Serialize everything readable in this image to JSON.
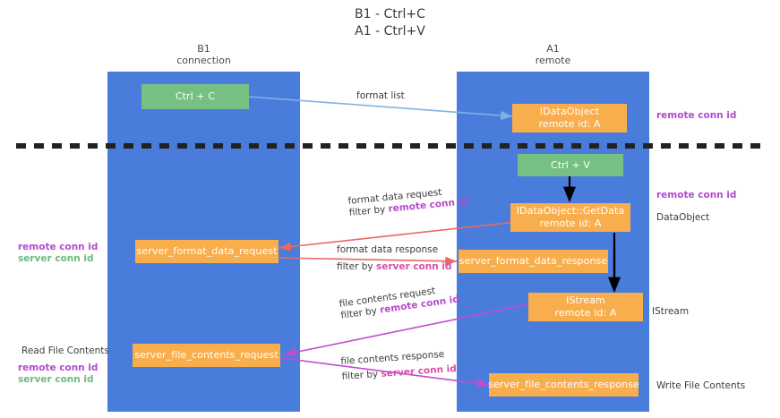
{
  "title": {
    "line1": "B1 - Ctrl+C",
    "line2": "A1 - Ctrl+V"
  },
  "colors": {
    "lane": "#4a7ddb",
    "green_node": "#76c083",
    "orange_node": "#f9ae4d",
    "remote_conn_id": "#b44ad0",
    "server_conn_id_green": "#6fb97f",
    "server_conn_id_pink": "#d94fa8",
    "divider": "#222222",
    "arrow_blue": "#7fb2e5",
    "arrow_red": "#e8695f",
    "arrow_black": "#000000",
    "arrow_magenta": "#c24bd0"
  },
  "lanes": [
    {
      "id": "b1",
      "title_line1": "B1",
      "title_line2": "connection"
    },
    {
      "id": "a1",
      "title_line1": "A1",
      "title_line2": "remote"
    }
  ],
  "nodes": {
    "ctrl_c": {
      "label": "Ctrl + C",
      "kind": "green"
    },
    "idataobject": {
      "line1": "IDataObject",
      "line2": "remote id: A",
      "kind": "orange"
    },
    "ctrl_v": {
      "label": "Ctrl + V",
      "kind": "green"
    },
    "getdata": {
      "line1": "IDataObject::GetData",
      "line2": "remote id: A",
      "kind": "orange"
    },
    "format_data_request": {
      "label": "server_format_data_request",
      "kind": "orange"
    },
    "format_data_response": {
      "label": "server_format_data_response",
      "kind": "orange"
    },
    "istream": {
      "line1": "IStream",
      "line2": "remote id: A",
      "kind": "orange"
    },
    "file_contents_request": {
      "label": "server_file_contents_request",
      "kind": "orange"
    },
    "file_contents_response": {
      "label": "server_file_contents_response",
      "kind": "orange"
    }
  },
  "edges": {
    "format_list": {
      "label": "format list"
    },
    "format_data_request": {
      "label": "format data request",
      "filter_prefix": "filter by ",
      "filter_key": "remote conn id"
    },
    "format_data_response": {
      "label": "format data response",
      "filter_prefix": "filter by ",
      "filter_key": "server conn id"
    },
    "file_contents_request": {
      "label": "file contents request",
      "filter_prefix": "filter by ",
      "filter_key": "remote conn id"
    },
    "file_contents_response": {
      "label": "file contents response",
      "filter_prefix": "filter by ",
      "filter_key": "server conn id"
    }
  },
  "annotations": {
    "right_remote_top": "remote conn id",
    "right_remote_mid": "remote conn id",
    "right_dataobject": "DataObject",
    "right_istream": "IStream",
    "right_write_file_contents": "Write File Contents",
    "left_remote_conn_id_mid": "remote conn id",
    "left_server_conn_id_mid": "server conn id",
    "left_read_file_contents": "Read File Contents",
    "left_remote_conn_id_bottom": "remote conn id",
    "left_server_conn_id_bottom": "server conn id"
  }
}
